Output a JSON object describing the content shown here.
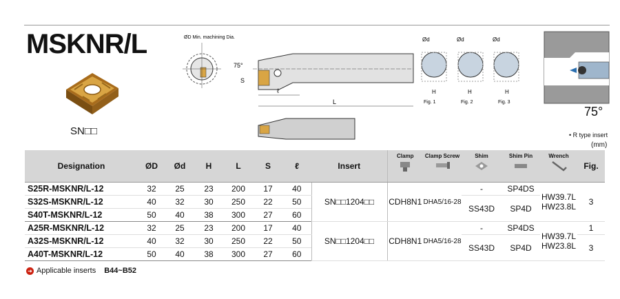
{
  "title": "MSKNR/L",
  "insert_label": "SN□□",
  "drawing": {
    "min_dia": "ØD Min. machining Dia.",
    "angle": "75°",
    "s": "S",
    "l_small": "ℓ",
    "L": "L",
    "od": "Ød",
    "h": "H",
    "figs": [
      "Fig. 1",
      "Fig. 2",
      "Fig. 3"
    ]
  },
  "angle_big": "75°",
  "r_type": "• R type insert",
  "unit": "(mm)",
  "table": {
    "headers": {
      "designation": "Designation",
      "D": "ØD",
      "d": "Ød",
      "H": "H",
      "L": "L",
      "S": "S",
      "l": "ℓ",
      "insert": "Insert",
      "clamp": "Clamp",
      "clamp_screw": "Clamp Screw",
      "shim": "Shim",
      "shim_pin": "Shim Pin",
      "wrench": "Wrench",
      "fig": "Fig."
    },
    "rows": [
      {
        "designation": "S25R-MSKNR/L-12",
        "D": "32",
        "d": "25",
        "H": "23",
        "L": "200",
        "S": "17",
        "l": "40"
      },
      {
        "designation": "S32S-MSKNR/L-12",
        "D": "40",
        "d": "32",
        "H": "30",
        "L": "250",
        "S": "22",
        "l": "50"
      },
      {
        "designation": "S40T-MSKNR/L-12",
        "D": "50",
        "d": "40",
        "H": "38",
        "L": "300",
        "S": "27",
        "l": "60"
      },
      {
        "designation": "A25R-MSKNR/L-12",
        "D": "32",
        "d": "25",
        "H": "23",
        "L": "200",
        "S": "17",
        "l": "40"
      },
      {
        "designation": "A32S-MSKNR/L-12",
        "D": "40",
        "d": "32",
        "H": "30",
        "L": "250",
        "S": "22",
        "l": "50"
      },
      {
        "designation": "A40T-MSKNR/L-12",
        "D": "50",
        "d": "40",
        "H": "38",
        "L": "300",
        "S": "27",
        "l": "60"
      }
    ],
    "groups": [
      {
        "insert": "SN□□1204□□",
        "clamp": "CDH8N1",
        "clamp_screw": "DHA5/16-28",
        "shim_a": "-",
        "shim_pin_a": "SP4DS",
        "shim_b": "SS43D",
        "shim_pin_b": "SP4D",
        "wrench": "HW39.7L",
        "wrench2": "HW23.8L",
        "fig": "3",
        "fig_b": ""
      },
      {
        "insert": "SN□□1204□□",
        "clamp": "CDH8N1",
        "clamp_screw": "DHA5/16-28",
        "shim_a": "-",
        "shim_pin_a": "SP4DS",
        "shim_b": "SS43D",
        "shim_pin_b": "SP4D",
        "wrench": "HW39.7L",
        "wrench2": "HW23.8L",
        "fig": "1",
        "fig_b": "3"
      }
    ]
  },
  "footer": {
    "text": "Applicable inserts",
    "ref": "B44~B52"
  },
  "colors": {
    "insert_gold": "#c8902a",
    "header_gray": "#d6d6d6",
    "hatch": "#9a9a9a",
    "accent_red": "#cc2211"
  }
}
